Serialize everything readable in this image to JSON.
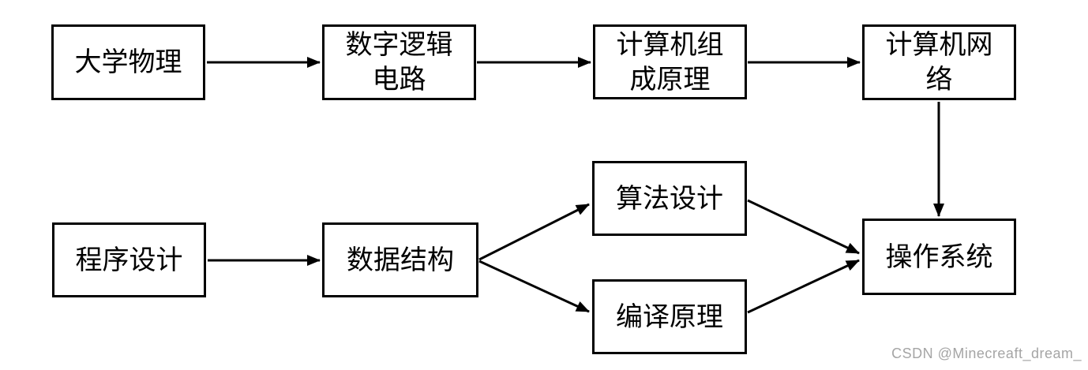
{
  "diagram": {
    "nodes": [
      {
        "id": "university-physics",
        "label": "大学物理"
      },
      {
        "id": "digital-logic-circuits",
        "label": "数字逻辑\n电路"
      },
      {
        "id": "computer-organization",
        "label": "计算机组\n成原理"
      },
      {
        "id": "computer-network",
        "label": "计算机网\n络"
      },
      {
        "id": "algorithm-design",
        "label": "算法设计"
      },
      {
        "id": "programming",
        "label": "程序设计"
      },
      {
        "id": "data-structures",
        "label": "数据结构"
      },
      {
        "id": "compiler-principles",
        "label": "编译原理"
      },
      {
        "id": "operating-system",
        "label": "操作系统"
      }
    ],
    "edges": [
      {
        "from": "university-physics",
        "to": "digital-logic-circuits"
      },
      {
        "from": "digital-logic-circuits",
        "to": "computer-organization"
      },
      {
        "from": "computer-organization",
        "to": "computer-network"
      },
      {
        "from": "computer-network",
        "to": "operating-system"
      },
      {
        "from": "programming",
        "to": "data-structures"
      },
      {
        "from": "data-structures",
        "to": "algorithm-design"
      },
      {
        "from": "data-structures",
        "to": "compiler-principles"
      },
      {
        "from": "algorithm-design",
        "to": "operating-system"
      },
      {
        "from": "compiler-principles",
        "to": "operating-system"
      }
    ]
  },
  "watermark": {
    "text": "CSDN @Minecreaft_dream_"
  }
}
